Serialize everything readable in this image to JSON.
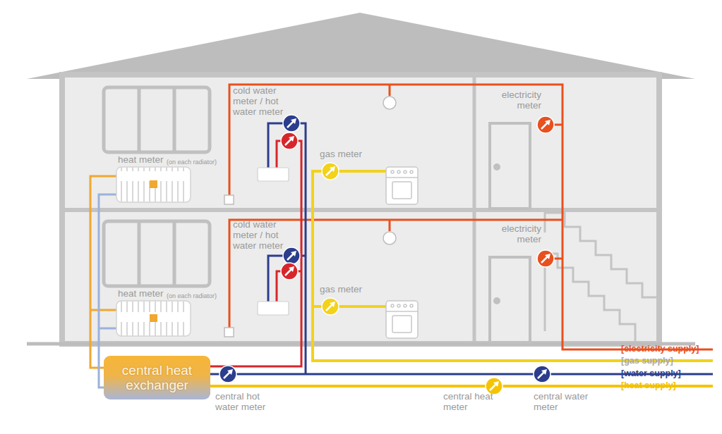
{
  "diagram": {
    "nodes": [
      {
        "text": [
          "central heat exchanger"
        ]
      }
    ],
    "labels": [
      "cold water meter / hot water meter",
      "heat meter",
      "(on each radiator)",
      "gas meter",
      "electricity meter",
      "cold water meter / hot water meter",
      "heat meter",
      "(on each radiator)",
      "gas meter",
      "electricity meter",
      "central hot water meter",
      "central heat meter",
      "central water meter",
      "[electricity supply]",
      "[gas supply]",
      "[water supply]",
      "[heat supply]"
    ]
  }
}
